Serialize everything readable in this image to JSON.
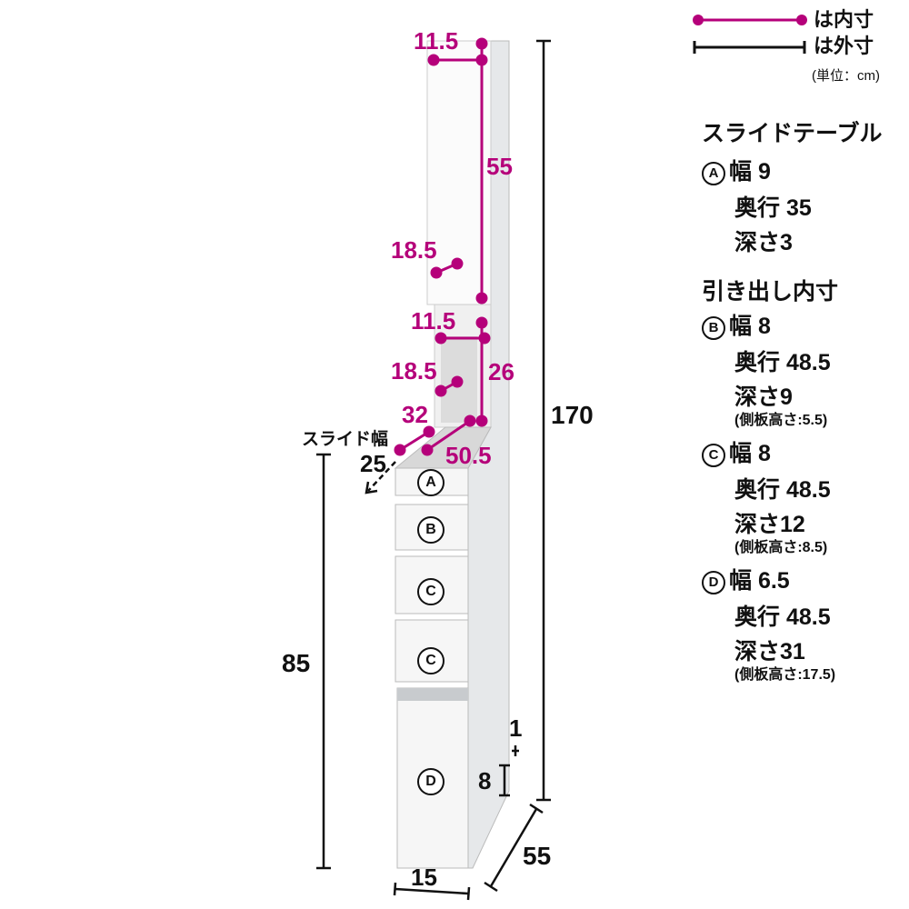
{
  "legend": {
    "inner": "は内寸",
    "outer": "は外寸",
    "unit": "(単位：cm)"
  },
  "colors": {
    "inner": "#b5007a",
    "outer": "#111111"
  },
  "dims": {
    "top_width": "11.5",
    "top_height": "55",
    "top_depth": "18.5",
    "shelf_width": "11.5",
    "shelf_depth": "18.5",
    "shelf_height": "26",
    "table_width": "32",
    "table_depth": "50.5",
    "slide_label": "スライド幅",
    "slide_value": "25",
    "height_total": "170",
    "height_lower": "85",
    "depth": "55",
    "width": "15",
    "handle_gap": "1",
    "handle_height": "8"
  },
  "drawers": [
    "A",
    "B",
    "C",
    "C",
    "D"
  ],
  "specs": {
    "table_title": "スライドテーブル",
    "a": {
      "mark": "A",
      "w": "幅 9",
      "d": "奥行 35",
      "h": "深さ3"
    },
    "drawer_title": "引き出し内寸",
    "b": {
      "mark": "B",
      "w": "幅 8",
      "d": "奥行 48.5",
      "h": "深さ9",
      "note": "(側板高さ:5.5)"
    },
    "c": {
      "mark": "C",
      "w": "幅 8",
      "d": "奥行 48.5",
      "h": "深さ12",
      "note": "(側板高さ:8.5)"
    },
    "dd": {
      "mark": "D",
      "w": "幅 6.5",
      "d": "奥行 48.5",
      "h": "深さ31",
      "note": "(側板高さ:17.5)"
    }
  }
}
